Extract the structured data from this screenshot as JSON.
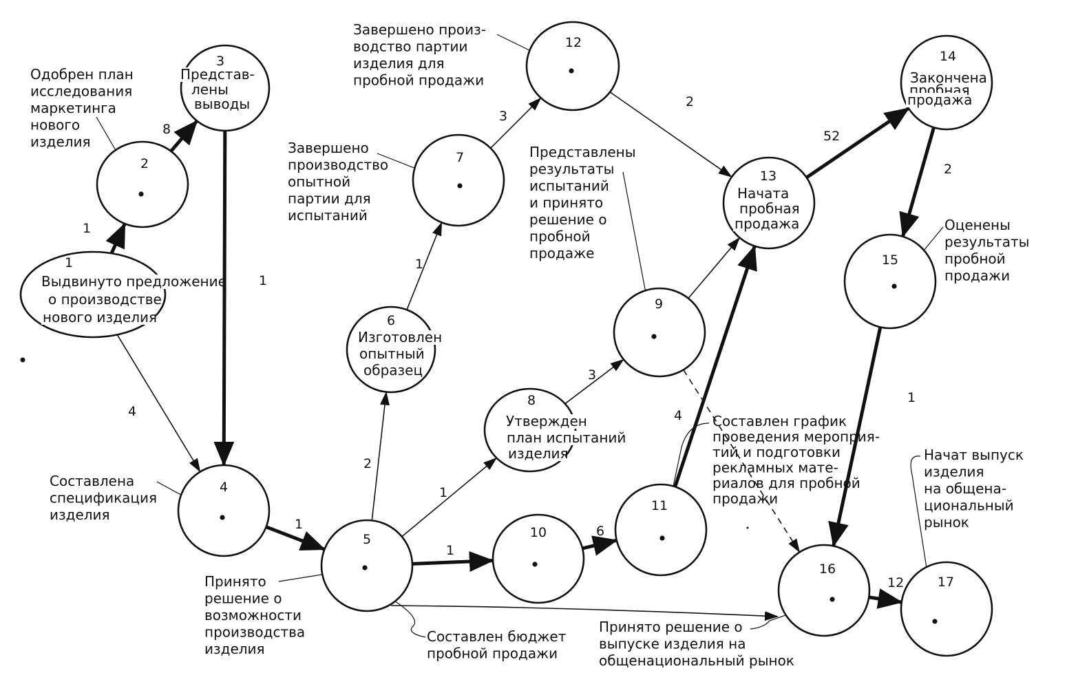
{
  "nodes": [
    {
      "id": "1",
      "text": [
        "Выдвинуто предложение",
        "о производстве",
        "нового изделия"
      ]
    },
    {
      "id": "2",
      "text": []
    },
    {
      "id": "3",
      "text": [
        "Представ-",
        "лены",
        "выводы"
      ]
    },
    {
      "id": "4",
      "text": []
    },
    {
      "id": "5",
      "text": []
    },
    {
      "id": "6",
      "text": [
        "Изготовлен",
        "опытный",
        "образец"
      ]
    },
    {
      "id": "7",
      "text": []
    },
    {
      "id": "8",
      "text": [
        "Утвержден",
        "план испытаний",
        "изделия"
      ]
    },
    {
      "id": "9",
      "text": []
    },
    {
      "id": "10",
      "text": []
    },
    {
      "id": "11",
      "text": []
    },
    {
      "id": "12",
      "text": []
    },
    {
      "id": "13",
      "text": [
        "Начата",
        "пробная",
        "продажа"
      ]
    },
    {
      "id": "14",
      "text": [
        "Закончена",
        "пробная",
        "продажа"
      ]
    },
    {
      "id": "15",
      "text": []
    },
    {
      "id": "16",
      "text": []
    },
    {
      "id": "17",
      "text": []
    }
  ],
  "edges": [
    {
      "from": "1",
      "to": "2",
      "weight": "1",
      "bold": true
    },
    {
      "from": "2",
      "to": "3",
      "weight": "8",
      "bold": true
    },
    {
      "from": "3",
      "to": "4",
      "weight": "1",
      "bold": true
    },
    {
      "from": "1",
      "to": "4",
      "weight": "4",
      "bold": false
    },
    {
      "from": "4",
      "to": "5",
      "weight": "1",
      "bold": true
    },
    {
      "from": "5",
      "to": "6",
      "weight": "2",
      "bold": false
    },
    {
      "from": "6",
      "to": "7",
      "weight": "1",
      "bold": false
    },
    {
      "from": "7",
      "to": "12",
      "weight": "3",
      "bold": false
    },
    {
      "from": "12",
      "to": "13",
      "weight": "2",
      "bold": false
    },
    {
      "from": "5",
      "to": "8",
      "weight": "1",
      "bold": false
    },
    {
      "from": "8",
      "to": "9",
      "weight": "3",
      "bold": false
    },
    {
      "from": "9",
      "to": "13",
      "weight": "",
      "bold": false
    },
    {
      "from": "5",
      "to": "10",
      "weight": "1",
      "bold": true
    },
    {
      "from": "10",
      "to": "11",
      "weight": "6",
      "bold": true
    },
    {
      "from": "11",
      "to": "13",
      "weight": "4",
      "bold": true
    },
    {
      "from": "13",
      "to": "14",
      "weight": "52",
      "bold": true
    },
    {
      "from": "14",
      "to": "15",
      "weight": "2",
      "bold": true
    },
    {
      "from": "15",
      "to": "16",
      "weight": "1",
      "bold": true
    },
    {
      "from": "9",
      "to": "16",
      "weight": "",
      "bold": false,
      "dashed": true
    },
    {
      "from": "5",
      "to": "16",
      "weight": "",
      "bold": false
    },
    {
      "from": "16",
      "to": "17",
      "weight": "12",
      "bold": true
    }
  ],
  "annotations": [
    {
      "id": "a2",
      "target": "2",
      "text": [
        "Одобрен план",
        "исследования",
        "маркетинга",
        "нового",
        "изделия"
      ]
    },
    {
      "id": "a4",
      "target": "4",
      "text": [
        "Составлена",
        "спецификация",
        "изделия"
      ]
    },
    {
      "id": "a5",
      "target": "5",
      "text": [
        "Принято",
        "решение  о",
        "возможности",
        "производства",
        "изделия"
      ]
    },
    {
      "id": "a7",
      "target": "7",
      "text": [
        "Завершено",
        "производство",
        "опытной",
        "партии для",
        "испытаний"
      ]
    },
    {
      "id": "a12",
      "target": "12",
      "text": [
        "Завершено произ-",
        "водство партии",
        "изделия для",
        "пробной продажи"
      ]
    },
    {
      "id": "a9",
      "target": "9",
      "text": [
        "Представлены",
        "результаты",
        "испытаний",
        "и принято",
        "решение о",
        "пробной",
        "продаже"
      ]
    },
    {
      "id": "a10",
      "target": "10",
      "text": [
        "Составлен бюджет",
        "пробной продажи"
      ]
    },
    {
      "id": "a11",
      "target": "11",
      "text": [
        "Составлен график",
        "проведения мероприя-",
        "тий и подготовки",
        "рекламных мате-",
        "риалов для пробной",
        "продажи"
      ]
    },
    {
      "id": "a15",
      "target": "15",
      "text": [
        "Оценены",
        "результаты",
        "пробной",
        "продажи"
      ]
    },
    {
      "id": "a16",
      "target": "16",
      "text": [
        "Принято решение  о",
        "выпуске изделия на",
        "общенациональный рынок"
      ]
    },
    {
      "id": "a17",
      "target": "17",
      "text": [
        "Начат выпуск",
        "изделия",
        "на общена-",
        "циональный",
        "рынок"
      ]
    }
  ]
}
